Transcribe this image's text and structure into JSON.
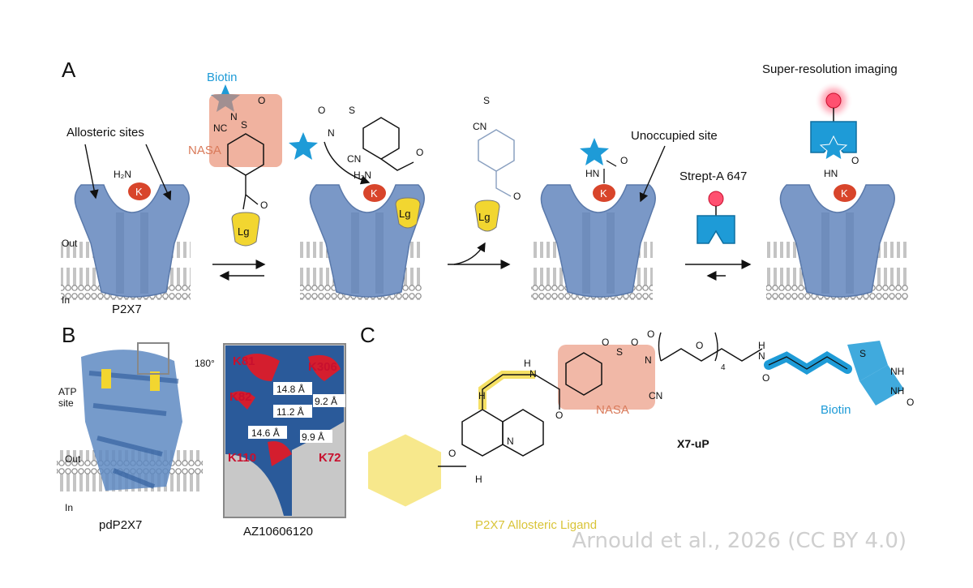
{
  "panels": {
    "a": "A",
    "b": "B",
    "c": "C"
  },
  "panel_a": {
    "allosteric_sites": "Allosteric sites",
    "biotin": "Biotin",
    "nasa": "NASA",
    "out": "Out",
    "in": "In",
    "p2x7": "P2X7",
    "unoccupied_site": "Unoccupied site",
    "strept": "Strept-A 647",
    "super_res": "Super-resolution imaging",
    "lysine": "K",
    "ligand": "Lg",
    "h2n": "H₂N",
    "hn": "HN",
    "o": "O",
    "s": "S",
    "n": "N",
    "cn": "CN",
    "nc": "NC"
  },
  "panel_b": {
    "atp_site": "ATP\nsite",
    "out": "Out",
    "in": "In",
    "pdp2x7": "pdP2X7",
    "rotation": "180°",
    "az": "AZ10606120",
    "residues": [
      "K81",
      "K306",
      "K82",
      "K110",
      "K72"
    ],
    "distances": [
      "14.8 Å",
      "9.2 Å",
      "11.2 Å",
      "14.6 Å",
      "9.9 Å"
    ]
  },
  "panel_c": {
    "nasa": "NASA",
    "biotin": "Biotin",
    "compound": "X7-uP",
    "ligand": "P2X7 Allosteric Ligand",
    "peg_n": "4",
    "atoms": {
      "h": "H",
      "n": "N",
      "o": "O",
      "s": "S",
      "cn": "CN",
      "nh": "NH"
    }
  },
  "colors": {
    "nasa": "#e8896c",
    "biotin": "#1e9bd7",
    "ligand": "#f2d630",
    "receptor": "#7a98c7",
    "lysine": "#d8452b"
  },
  "watermark": "Arnould et al., 2026 (CC BY 4.0)"
}
